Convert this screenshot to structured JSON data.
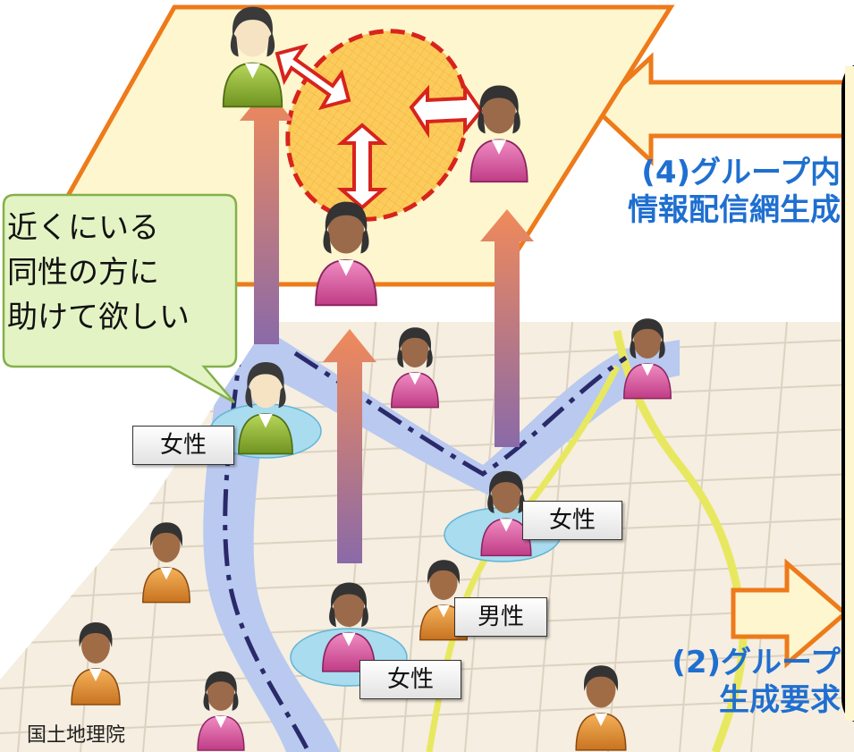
{
  "labels": {
    "step4_line1": "(4)グループ内",
    "step4_line2": "情報配信網生成",
    "step2_line1": "(2)グループ",
    "step2_line2": "生成要求",
    "speech_line1": "近くにいる",
    "speech_line2": "同性の方に",
    "speech_line3": "助けて欲しい",
    "gender_female": "女性",
    "gender_male": "男性",
    "map_credit": "国土地理院"
  },
  "colors": {
    "plane_fill": "#fdf6cf",
    "plane_stroke": "#ee7a1a",
    "group_ellipse": "#fbcc5b",
    "group_ellipse_stroke": "#d8231d",
    "arrow_orange": "#f08a5a",
    "arrow_purple": "#8a6aa8",
    "label_blue": "#1f6fd0",
    "map_bg": "#f5eee1",
    "river": "#b9c9ef",
    "person_green": "#9bbf3a",
    "person_pink": "#e060a6",
    "person_orange": "#e2963c"
  },
  "icons": [
    "person-icon",
    "speech-bubble",
    "double-arrow-icon",
    "block-arrow-icon"
  ]
}
